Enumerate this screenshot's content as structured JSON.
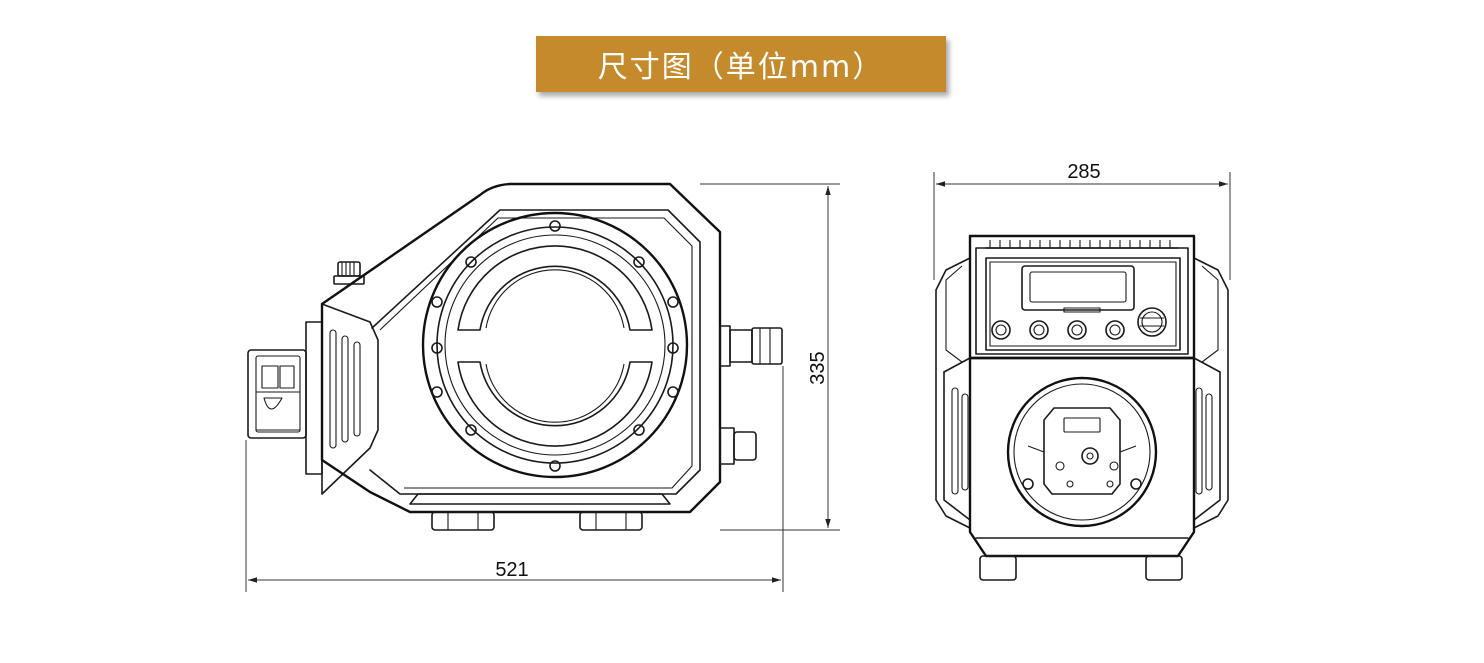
{
  "title": "尺寸图（单位mm）",
  "dimensions": {
    "side_width": "521",
    "side_height": "335",
    "front_width": "285"
  },
  "colors": {
    "banner": "#c58a2c",
    "banner_text": "#ffffff",
    "line": "#1a1a1a"
  }
}
